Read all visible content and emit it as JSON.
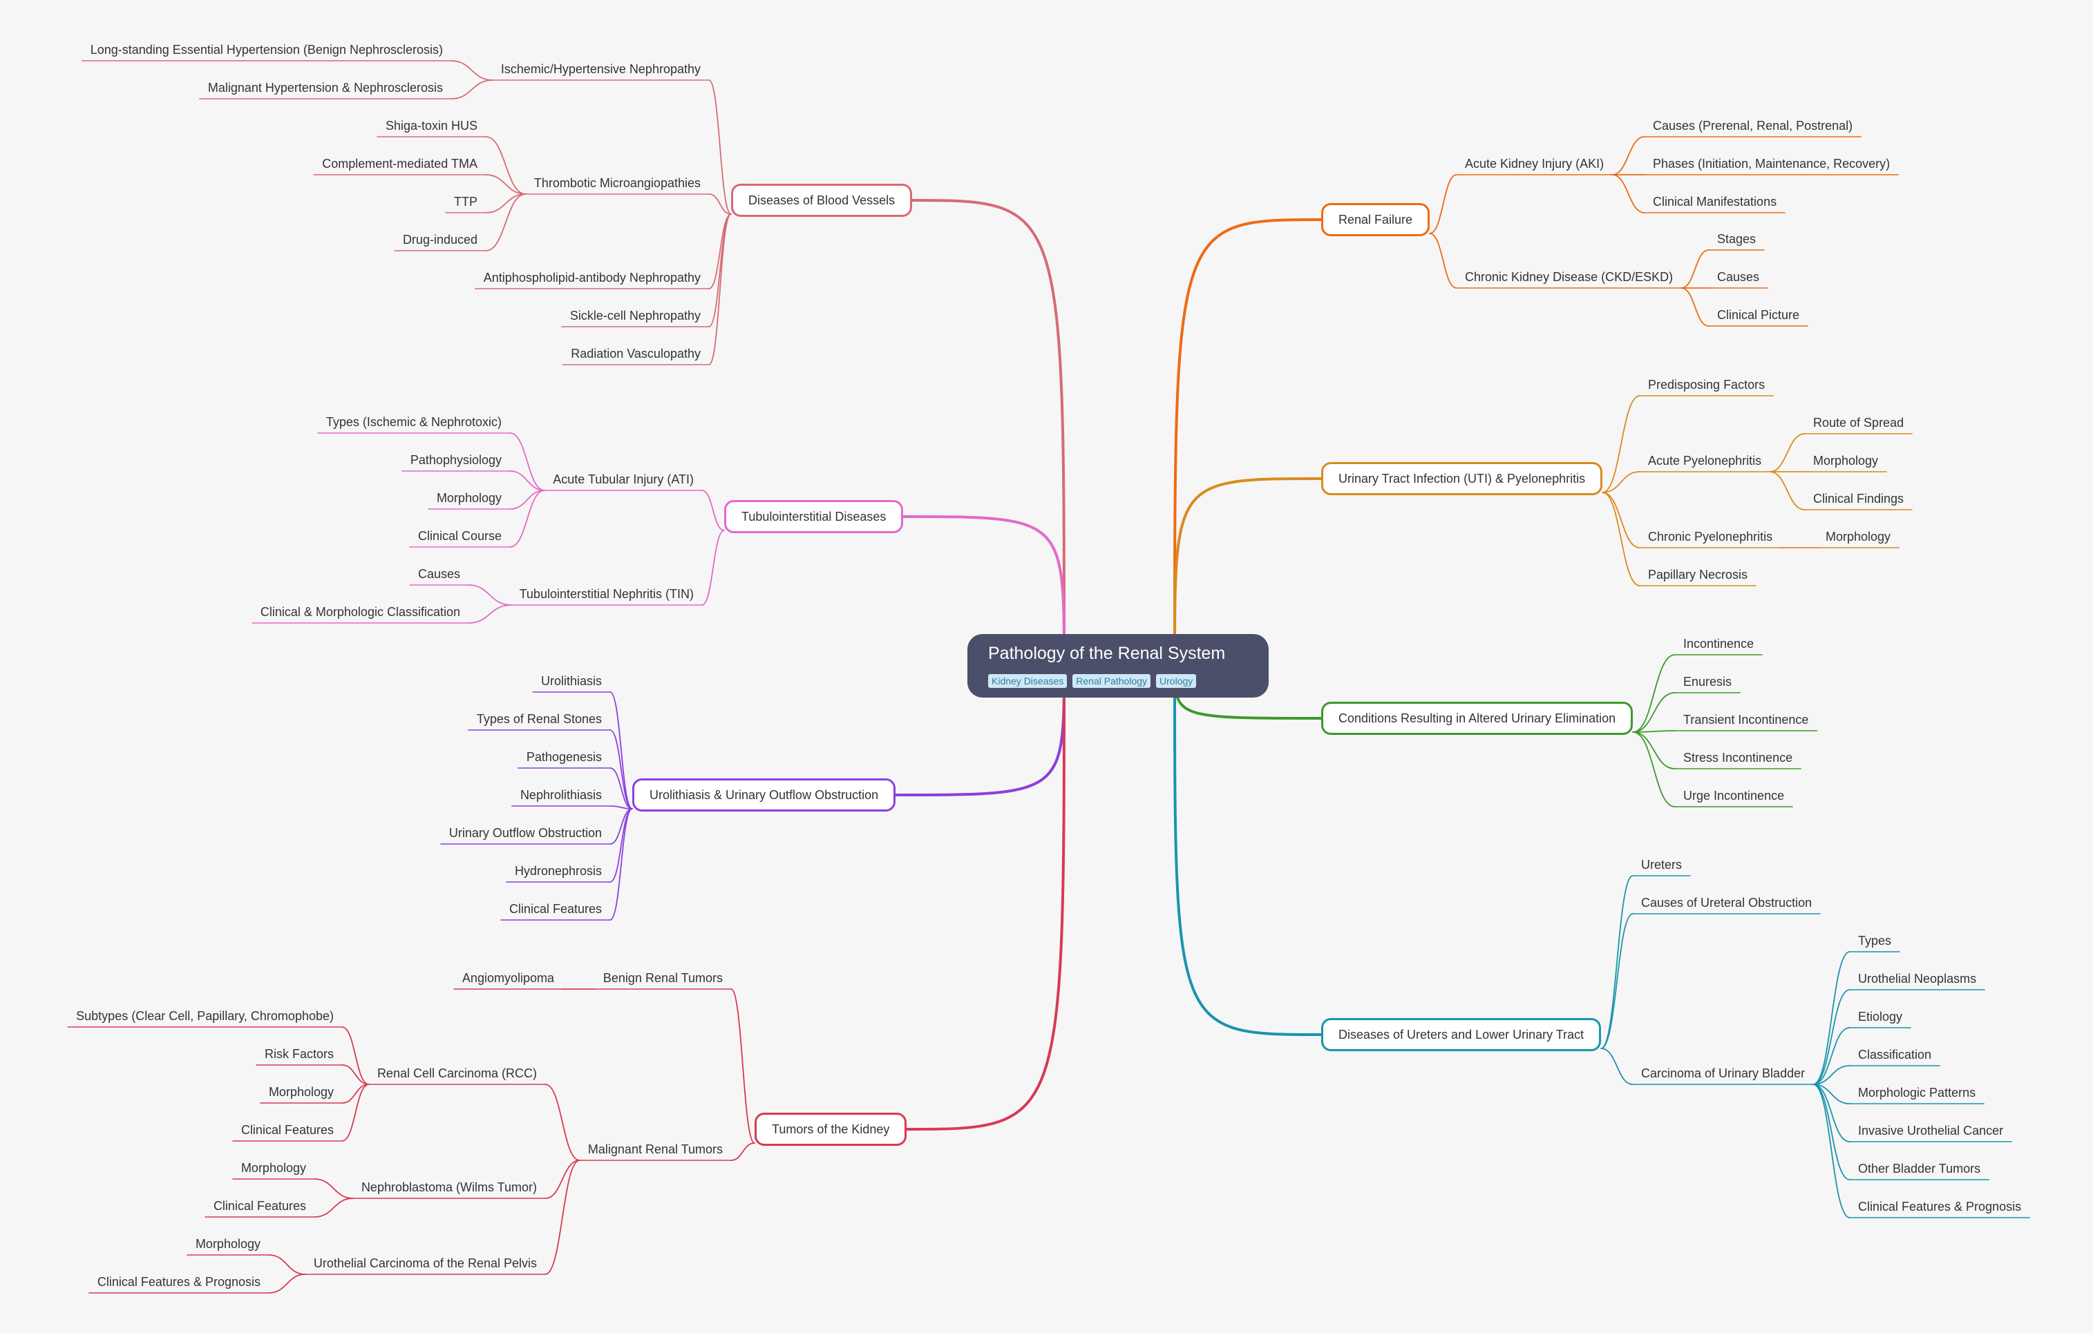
{
  "central": {
    "title": "Pathology of the Renal System",
    "tags": [
      "Kidney Diseases",
      "Renal Pathology",
      "Urology"
    ]
  },
  "colors": {
    "blood_vessels": "#d66b73",
    "tubulo": "#e46ac7",
    "urolith": "#8c3fdf",
    "tumors": "#d83a52",
    "renal_failure": "#ef6a14",
    "uti": "#d98b1e",
    "elimination": "#3d9a2a",
    "ureters": "#1a94ad"
  },
  "left": [
    {
      "id": "blood_vessels",
      "label": "Diseases of Blood Vessels",
      "children": [
        {
          "label": "Ischemic/Hypertensive Nephropathy",
          "children": [
            {
              "label": "Long-standing Essential Hypertension (Benign Nephrosclerosis)"
            },
            {
              "label": "Malignant Hypertension & Nephrosclerosis"
            }
          ]
        },
        {
          "label": "Thrombotic Microangiopathies",
          "children": [
            {
              "label": "Shiga-toxin HUS"
            },
            {
              "label": "Complement-mediated TMA"
            },
            {
              "label": "TTP"
            },
            {
              "label": "Drug-induced"
            }
          ]
        },
        {
          "label": "Antiphospholipid-antibody Nephropathy"
        },
        {
          "label": "Sickle-cell Nephropathy"
        },
        {
          "label": "Radiation Vasculopathy"
        }
      ]
    },
    {
      "id": "tubulo",
      "label": "Tubulointerstitial Diseases",
      "children": [
        {
          "label": "Acute Tubular Injury (ATI)",
          "children": [
            {
              "label": "Types (Ischemic & Nephrotoxic)"
            },
            {
              "label": "Pathophysiology"
            },
            {
              "label": "Morphology"
            },
            {
              "label": "Clinical Course"
            }
          ]
        },
        {
          "label": "Tubulointerstitial Nephritis (TIN)",
          "children": [
            {
              "label": "Causes"
            },
            {
              "label": "Clinical & Morphologic Classification"
            }
          ]
        }
      ]
    },
    {
      "id": "urolith",
      "label": "Urolithiasis & Urinary Outflow Obstruction",
      "children": [
        {
          "label": "Urolithiasis"
        },
        {
          "label": "Types of Renal Stones"
        },
        {
          "label": "Pathogenesis"
        },
        {
          "label": "Nephrolithiasis"
        },
        {
          "label": "Urinary Outflow Obstruction"
        },
        {
          "label": "Hydronephrosis"
        },
        {
          "label": "Clinical Features"
        }
      ]
    },
    {
      "id": "tumors",
      "label": "Tumors of the Kidney",
      "children": [
        {
          "label": "Benign Renal Tumors",
          "children": [
            {
              "label": "Angiomyolipoma"
            }
          ]
        },
        {
          "label": "Malignant Renal Tumors",
          "children": [
            {
              "label": "Renal Cell Carcinoma (RCC)",
              "children": [
                {
                  "label": "Subtypes (Clear Cell, Papillary, Chromophobe)"
                },
                {
                  "label": "Risk Factors"
                },
                {
                  "label": "Morphology"
                },
                {
                  "label": "Clinical Features"
                }
              ]
            },
            {
              "label": "Nephroblastoma (Wilms Tumor)",
              "children": [
                {
                  "label": "Morphology"
                },
                {
                  "label": "Clinical Features"
                }
              ]
            },
            {
              "label": "Urothelial Carcinoma of the Renal Pelvis",
              "children": [
                {
                  "label": "Morphology"
                },
                {
                  "label": "Clinical Features & Prognosis"
                }
              ]
            }
          ]
        }
      ]
    }
  ],
  "right": [
    {
      "id": "renal_failure",
      "label": "Renal Failure",
      "children": [
        {
          "label": "Acute Kidney Injury (AKI)",
          "children": [
            {
              "label": "Causes (Prerenal, Renal, Postrenal)"
            },
            {
              "label": "Phases (Initiation, Maintenance, Recovery)"
            },
            {
              "label": "Clinical Manifestations"
            }
          ]
        },
        {
          "label": "Chronic Kidney Disease (CKD/ESKD)",
          "children": [
            {
              "label": "Stages"
            },
            {
              "label": "Causes"
            },
            {
              "label": "Clinical Picture"
            }
          ]
        }
      ]
    },
    {
      "id": "uti",
      "label": "Urinary Tract Infection (UTI) & Pyelonephritis",
      "children": [
        {
          "label": "Predisposing Factors"
        },
        {
          "label": "Acute Pyelonephritis",
          "children": [
            {
              "label": "Route of Spread"
            },
            {
              "label": "Morphology"
            },
            {
              "label": "Clinical Findings"
            }
          ]
        },
        {
          "label": "Chronic Pyelonephritis",
          "children": [
            {
              "label": "Morphology"
            }
          ]
        },
        {
          "label": "Papillary Necrosis"
        }
      ]
    },
    {
      "id": "elimination",
      "label": "Conditions Resulting in Altered Urinary Elimination",
      "children": [
        {
          "label": "Incontinence"
        },
        {
          "label": "Enuresis"
        },
        {
          "label": "Transient Incontinence"
        },
        {
          "label": "Stress Incontinence"
        },
        {
          "label": "Urge Incontinence"
        }
      ]
    },
    {
      "id": "ureters",
      "label": "Diseases of Ureters and Lower Urinary Tract",
      "children": [
        {
          "label": "Ureters"
        },
        {
          "label": "Causes of Ureteral Obstruction"
        },
        {
          "label": "Carcinoma of Urinary Bladder",
          "children": [
            {
              "label": "Types"
            },
            {
              "label": "Urothelial Neoplasms"
            },
            {
              "label": "Etiology"
            },
            {
              "label": "Classification"
            },
            {
              "label": "Morphologic Patterns"
            },
            {
              "label": "Invasive Urothelial Cancer"
            },
            {
              "label": "Other Bladder Tumors"
            },
            {
              "label": "Clinical Features & Prognosis"
            }
          ]
        }
      ]
    }
  ]
}
